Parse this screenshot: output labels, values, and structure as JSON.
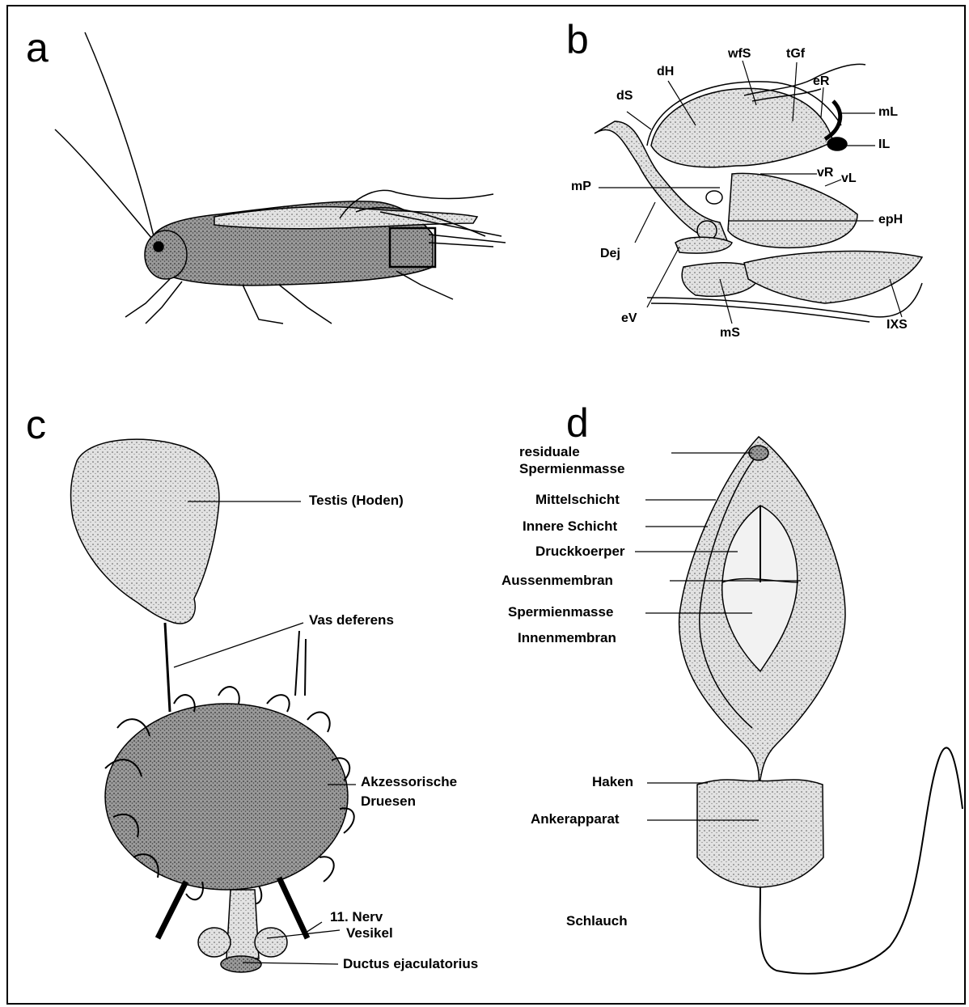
{
  "panels": {
    "a": {
      "letter": "a"
    },
    "b": {
      "letter": "b",
      "labels": {
        "dH": "dH",
        "wfS": "wfS",
        "tGf": "tGf",
        "eR": "eR",
        "dS": "dS",
        "mL": "mL",
        "lL": "IL",
        "vR": "vR",
        "vL": "vL",
        "mP": "mP",
        "epH": "epH",
        "Dej": "Dej",
        "eV": "eV",
        "mS": "mS",
        "IXS": "IXS"
      }
    },
    "c": {
      "letter": "c",
      "labels": {
        "testis": "Testis (Hoden)",
        "vas_deferens": "Vas deferens",
        "akzessorische_1": "Akzessorische",
        "akzessorische_2": "Druesen",
        "nerv": "11. Nerv",
        "vesikel": "Vesikel",
        "ductus": "Ductus ejaculatorius"
      }
    },
    "d": {
      "letter": "d",
      "labels": {
        "residuale_1": "residuale",
        "residuale_2": "Spermienmasse",
        "mittelschicht": "Mittelschicht",
        "innere_schicht": "Innere Schicht",
        "druckkoerper": "Druckkoerper",
        "aussenmembran": "Aussenmembran",
        "spermienmasse": "Spermienmasse",
        "innenmembran": "Innenmembran",
        "haken": "Haken",
        "ankerapparat": "Ankerapparat",
        "schlauch": "Schlauch"
      }
    }
  },
  "colors": {
    "ink": "#000000",
    "stipple": "#d9d9d9",
    "paper": "#ffffff"
  }
}
